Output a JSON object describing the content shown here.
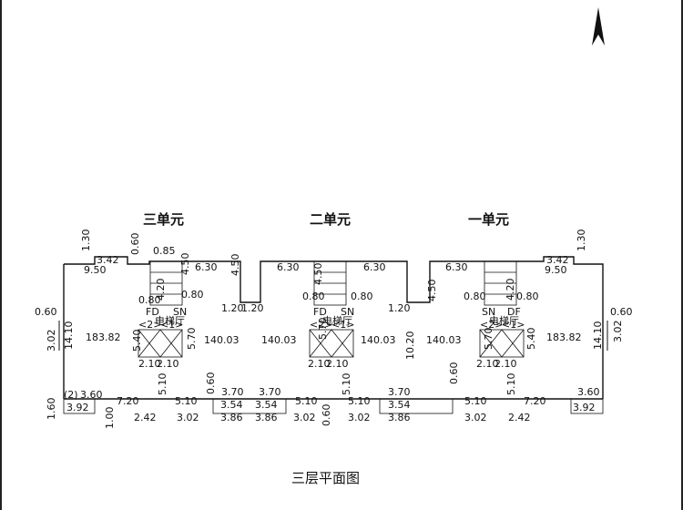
{
  "units": [
    "三单元",
    "二单元",
    "一单元"
  ],
  "caption": "三层平面图",
  "dims": [
    "3.42",
    "9.50",
    "1.30",
    "0.60",
    "0.85",
    "6.30",
    "4.50",
    "4.20",
    "0.80",
    "0.80",
    "4.50",
    "1.20",
    "1.20",
    "0.60",
    "3.02",
    "14.10",
    "183.82",
    "FD",
    "SN",
    "电梯厅",
    "<2>",
    "<1>",
    "5.40",
    "5.70",
    "140.03",
    "2.10",
    "2.10",
    "5.10",
    "0.60",
    "(2)",
    "3.60",
    "3.92",
    "1.60",
    "1.00",
    "7.20",
    "2.42",
    "5.10",
    "3.02",
    "3.70",
    "3.54",
    "3.86",
    "6.30",
    "4.50",
    "6.30",
    "0.80",
    "0.80",
    "FD",
    "SN",
    "电梯厅",
    "<2>",
    "<1>",
    "140.03",
    "5.70",
    "140.03",
    "2.10",
    "2.10",
    "5.10",
    "3.70",
    "3.54",
    "3.86",
    "0.60",
    "5.10",
    "3.02",
    "5.10",
    "3.02",
    "1.20",
    "4.50",
    "6.30",
    "4.20",
    "0.80",
    "0.80",
    "SN",
    "DF",
    "电梯厅",
    "<2>",
    "<1>",
    "10.20",
    "140.03",
    "5.70",
    "5.40",
    "2.10",
    "2.10",
    "5.10",
    "3.70",
    "3.54",
    "3.86",
    "0.60",
    "5.10",
    "3.02",
    "3.42",
    "9.50",
    "1.30",
    "0.60",
    "3.02",
    "14.10",
    "183.82",
    "7.20",
    "2.42",
    "3.60",
    "3.92"
  ]
}
